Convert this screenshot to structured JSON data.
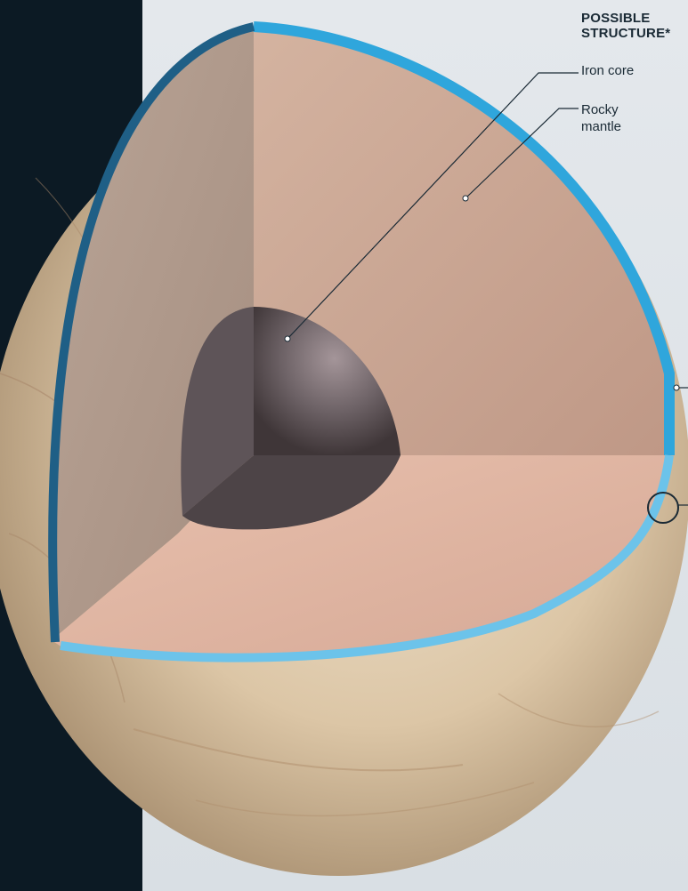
{
  "heading_line1": "POSSIBLE",
  "heading_line2": "STRUCTURE*",
  "layers": [
    {
      "id": "core",
      "label": "Iron core"
    },
    {
      "id": "mantle",
      "label_line1": "Rocky",
      "label_line2": "mantle"
    }
  ],
  "colors": {
    "background": "#dfe4e8",
    "left_band": "#0c1a24",
    "ocean": "#2fa6dc",
    "ice_shell": "#9fd6ef",
    "mantle": "#c9a28c",
    "core": "#6d6266",
    "surface_ice": "#e2cfb4",
    "leader_line": "#1a2a35"
  }
}
